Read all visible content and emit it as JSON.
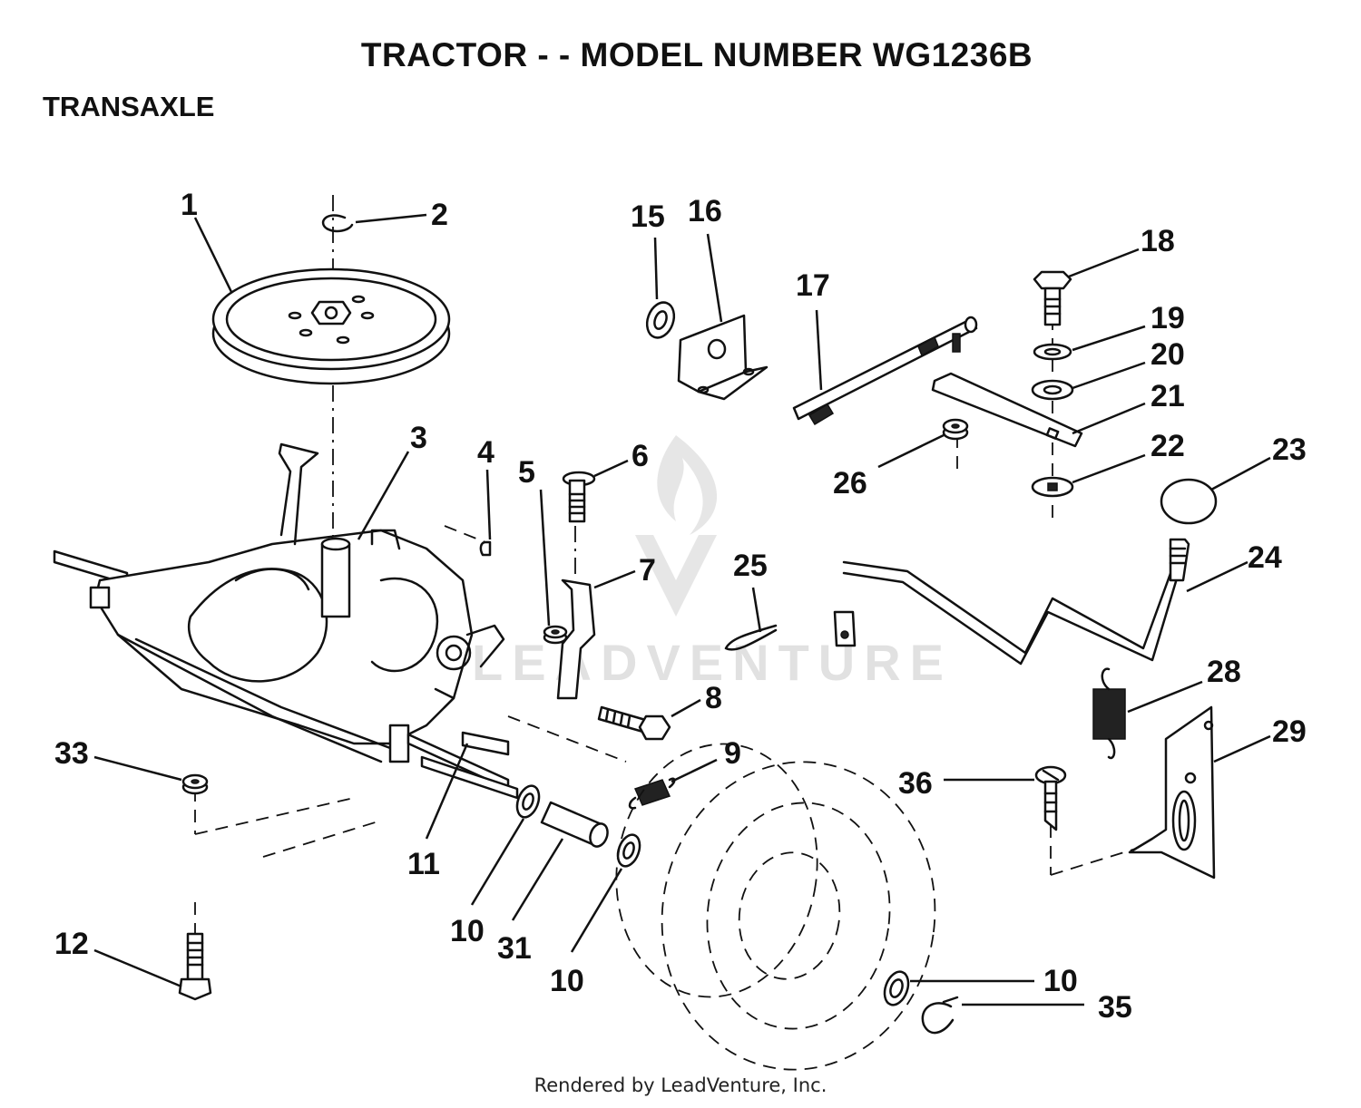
{
  "header": {
    "title": "TRACTOR - - MODEL NUMBER WG1236B",
    "section": "TRANSAXLE"
  },
  "watermark": {
    "text": "LEADVENTURE"
  },
  "footer": {
    "text": "Rendered by LeadVenture, Inc."
  },
  "callouts": {
    "c1": "1",
    "c2": "2",
    "c3": "3",
    "c4": "4",
    "c5": "5",
    "c6": "6",
    "c7": "7",
    "c8": "8",
    "c9": "9",
    "c10a": "10",
    "c10b": "10",
    "c10c": "10",
    "c11": "11",
    "c12": "12",
    "c15": "15",
    "c16": "16",
    "c17": "17",
    "c18": "18",
    "c19": "19",
    "c20": "20",
    "c21": "21",
    "c22": "22",
    "c23": "23",
    "c24": "24",
    "c25": "25",
    "c26": "26",
    "c28": "28",
    "c29": "29",
    "c31": "31",
    "c33": "33",
    "c35": "35",
    "c36": "36"
  }
}
